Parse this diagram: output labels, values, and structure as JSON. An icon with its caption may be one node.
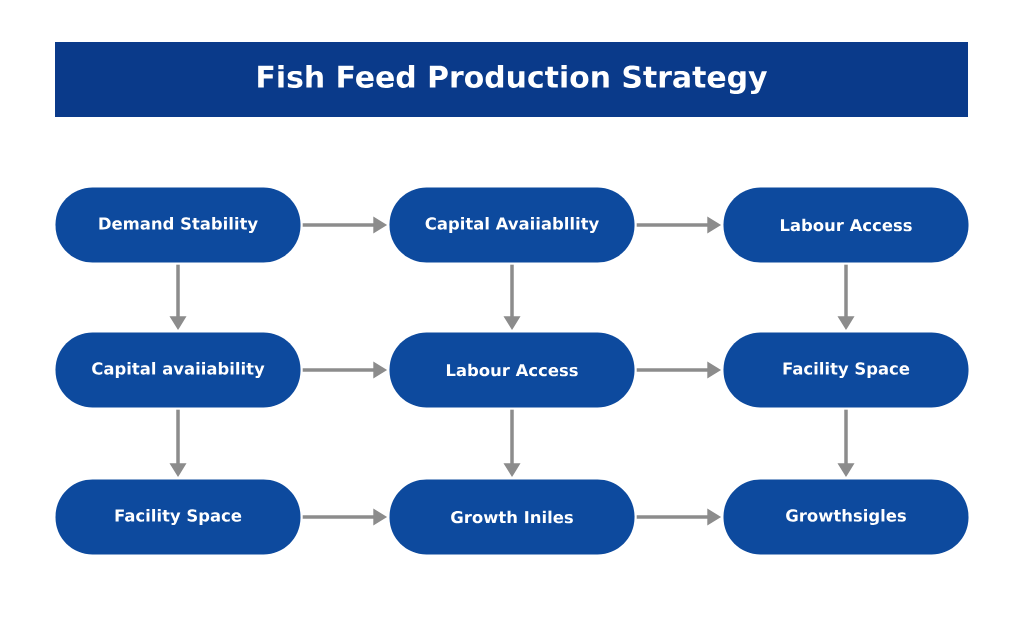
{
  "diagram": {
    "title": "Fish Feed Production Strategy",
    "nodes": [
      {
        "text": [
          "Demand Stability"
        ]
      },
      {
        "text": [
          "Capital Avaiiabllity"
        ]
      },
      {
        "text": [
          "Labour Access"
        ]
      },
      {
        "text": [
          "Capital avaiiability"
        ]
      },
      {
        "text": [
          "Labour Access"
        ]
      },
      {
        "text": [
          "Facility Space"
        ]
      },
      {
        "text": [
          "Facility Space"
        ]
      },
      {
        "text": [
          "Growth Iniles"
        ]
      },
      {
        "text": [
          "Growthsigles"
        ]
      }
    ],
    "edges": [
      {
        "from": 0,
        "to": 1,
        "arrow": "to"
      },
      {
        "from": 1,
        "to": 2,
        "arrow": "to"
      },
      {
        "from": 0,
        "to": 3,
        "arrow": "to"
      },
      {
        "from": 1,
        "to": 4,
        "arrow": "to"
      },
      {
        "from": 2,
        "to": 5,
        "arrow": "to"
      },
      {
        "from": 3,
        "to": 4,
        "arrow": "to"
      },
      {
        "from": 4,
        "to": 5,
        "arrow": "to"
      },
      {
        "from": 3,
        "to": 6,
        "arrow": "to"
      },
      {
        "from": 4,
        "to": 7,
        "arrow": "to"
      },
      {
        "from": 5,
        "to": 8,
        "arrow": "to"
      },
      {
        "from": 6,
        "to": 7,
        "arrow": "to"
      },
      {
        "from": 7,
        "to": 8,
        "arrow": "to"
      }
    ]
  }
}
